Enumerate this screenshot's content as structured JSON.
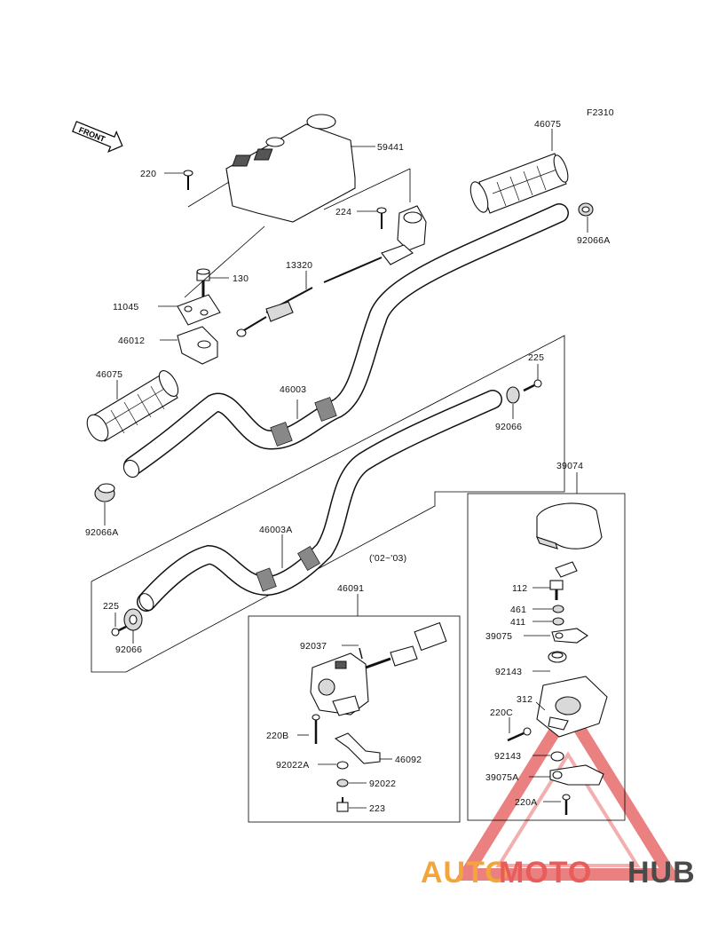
{
  "diagram": {
    "figure_code": "F2310",
    "front_label": "FRONT",
    "year_note": "('02~'03)",
    "part_labels": {
      "p59441": "59441",
      "p220": "220",
      "p224": "224",
      "p46075_top": "46075",
      "p92066A_top": "92066A",
      "p13320": "13320",
      "p130": "130",
      "p11045": "11045",
      "p46012": "46012",
      "p46075_left": "46075",
      "p46003": "46003",
      "p225_top": "225",
      "p92066_top": "92066",
      "p92066A_left": "92066A",
      "p39074": "39074",
      "p46003A": "46003A",
      "p225_bottom": "225",
      "p92066_bottom": "92066",
      "p112": "112",
      "p461": "461",
      "p411": "411",
      "p39075": "39075",
      "p92143_a": "92143",
      "p312": "312",
      "p220C": "220C",
      "p92143_b": "92143",
      "p39075A": "39075A",
      "p220A": "220A",
      "p46091": "46091",
      "p92037": "92037",
      "p220B": "220B",
      "p92022A": "92022A",
      "p46092": "46092",
      "p92022": "92022",
      "p223": "223"
    }
  },
  "watermark": {
    "part1": "AUTO",
    "part2": "MOTO",
    "part3": "HUB",
    "colors": {
      "auto": "#f3a53a",
      "moto": "#e85c5c",
      "hub": "#4a4a4a",
      "triangle": "#e85c5c"
    }
  }
}
